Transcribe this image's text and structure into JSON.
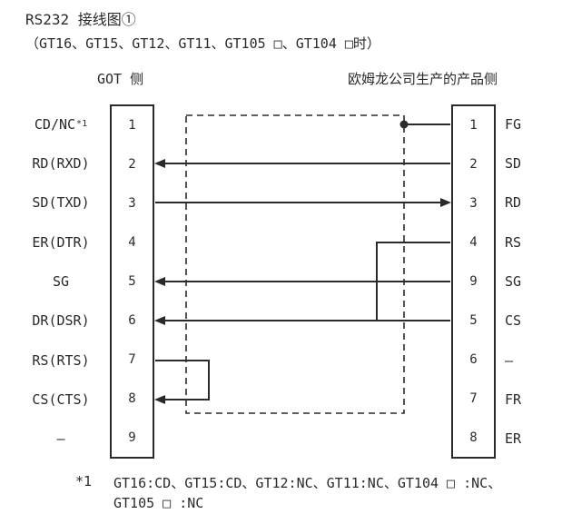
{
  "title": "RS232 接线图①",
  "subtitle": "（GT16、GT15、GT12、GT11、GT105 □、GT104 □时）",
  "got": {
    "header": "GOT 侧"
  },
  "product": {
    "header": "欧姆龙公司生产的产品侧"
  },
  "left_pins": [
    {
      "label": "CD/NC",
      "sup": "*1",
      "pin": "1"
    },
    {
      "label": "RD(RXD)",
      "pin": "2"
    },
    {
      "label": "SD(TXD)",
      "pin": "3"
    },
    {
      "label": "ER(DTR)",
      "pin": "4"
    },
    {
      "label": "SG",
      "pin": "5"
    },
    {
      "label": "DR(DSR)",
      "pin": "6"
    },
    {
      "label": "RS(RTS)",
      "pin": "7"
    },
    {
      "label": "CS(CTS)",
      "pin": "8"
    },
    {
      "label": "—",
      "pin": "9"
    }
  ],
  "right_pins": [
    {
      "pin": "1",
      "label": "FG"
    },
    {
      "pin": "2",
      "label": "SD"
    },
    {
      "pin": "3",
      "label": "RD"
    },
    {
      "pin": "4",
      "label": "RS"
    },
    {
      "pin": "9",
      "label": "SG"
    },
    {
      "pin": "5",
      "label": "CS"
    },
    {
      "pin": "6",
      "label": "—"
    },
    {
      "pin": "7",
      "label": "FR"
    },
    {
      "pin": "8",
      "label": "ER"
    }
  ],
  "connections": [
    {
      "from": "cable-shield",
      "to": "product pin 1 (FG)",
      "type": "shield-junction-dot"
    },
    {
      "from": "product pin 2 (SD)",
      "to": "GOT pin 2 (RD)",
      "arrow": "into-GOT"
    },
    {
      "from": "GOT pin 3 (SD)",
      "to": "product pin 3 (RD)",
      "arrow": "into-product"
    },
    {
      "from": "product pin 9 (SG)",
      "to": "GOT pin 5 (SG)",
      "arrow": "into-GOT"
    },
    {
      "from": "product pin 5 (CS)",
      "to": "GOT pin 6 (DR)",
      "arrow": "into-GOT"
    },
    {
      "from": "product pin 4 (RS)",
      "to": "product pin 5 (CS)",
      "type": "jumper"
    },
    {
      "from": "GOT pin 7 (RS)",
      "to": "GOT pin 8 (CS)",
      "type": "jumper",
      "arrow": "into-GOT-pin-8"
    }
  ],
  "footnote": {
    "marker": "*1",
    "line1": "GT16:CD、GT15:CD、GT12:NC、GT11:NC、GT104 □ :NC、",
    "line2": "GT105 □ :NC"
  },
  "colors": {
    "ink": "#2a2a2a",
    "background": "#ffffff"
  }
}
